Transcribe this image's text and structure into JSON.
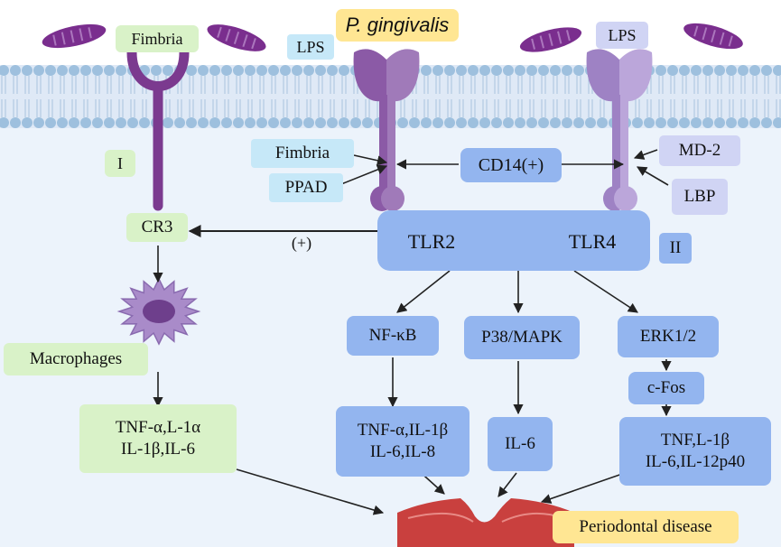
{
  "colors": {
    "membrane_head": "#9ec0de",
    "membrane_bg": "#dfe9f6",
    "cytoplasm": "#ecf3fb",
    "bacterium": "#7a2e8e",
    "receptor_tlr2": "#8b5aa6",
    "receptor_tlr4": "#a88ccc",
    "cr3": "#7b3a8f",
    "macrophage": "#a98bc9",
    "tissue": "#c9403e",
    "arrow": "#222222"
  },
  "labels": {
    "fimbria_top": "Fimbria",
    "lps_left": "LPS",
    "p_gingivalis": "P. gingivalis",
    "lps_right": "LPS",
    "stage_one": "I",
    "fimbria_mid": "Fimbria",
    "ppad": "PPAD",
    "cd14": "CD14(+)",
    "md2": "MD-2",
    "lbp": "LBP",
    "cr3": "CR3",
    "plus": "(+)",
    "tlr2": "TLR2",
    "tlr4": "TLR4",
    "stage_two": "II",
    "macrophages": "Macrophages",
    "nfkb": "NF-κB",
    "p38": "P38/MAPK",
    "erk": "ERK1/2",
    "cfos": "c-Fos",
    "cyt_macro_1": "TNF-α,L-1α",
    "cyt_macro_2": "IL-1β,IL-6",
    "cyt_nfkb_1": "TNF-α,IL-1β",
    "cyt_nfkb_2": "IL-6,IL-8",
    "cyt_p38": "IL-6",
    "cyt_erk_1": "TNF,L-1β",
    "cyt_erk_2": "IL-6,IL-12p40",
    "periodontal": "Periodontal disease"
  }
}
